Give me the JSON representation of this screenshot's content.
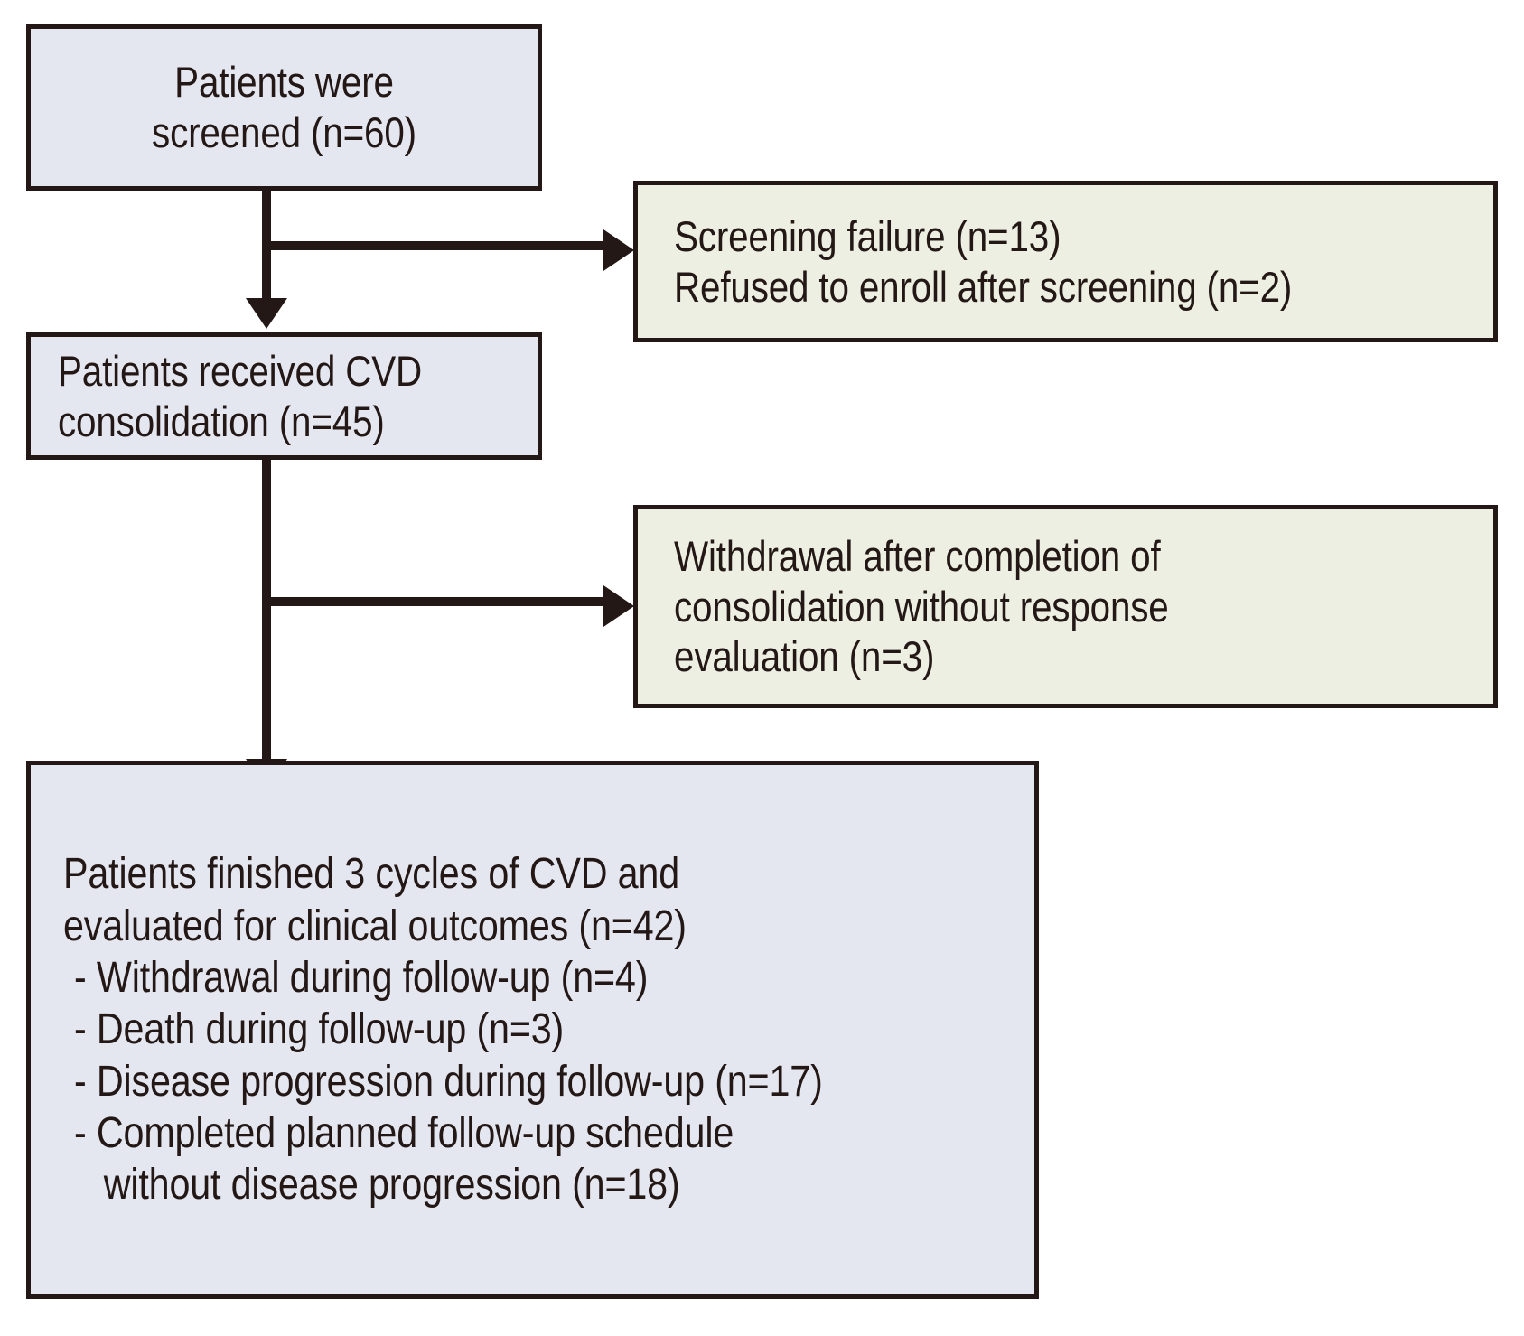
{
  "diagram": {
    "title": "CONSORT-style patient flow diagram",
    "colors": {
      "primary_fill": "#e5e7f0",
      "side_fill": "#edefe2",
      "stroke": "#231816",
      "text": "#231816",
      "background": "#ffffff"
    },
    "nodes": {
      "screened": {
        "id": "patients-screened",
        "type": "primary",
        "align": "center",
        "lines": [
          "Patients were",
          "screened (n=60)"
        ]
      },
      "screening_failure": {
        "id": "screening-failure",
        "type": "side",
        "align": "left",
        "lines": [
          "Screening failure (n=13)",
          "Refused to enroll after screening (n=2)"
        ]
      },
      "received_cvd": {
        "id": "patients-received-cvd",
        "type": "primary",
        "align": "left",
        "lines": [
          "Patients received CVD",
          "consolidation (n=45)"
        ]
      },
      "withdrawal_no_eval": {
        "id": "withdrawal-after-consolidation",
        "type": "side",
        "align": "left",
        "lines": [
          "Withdrawal after completion of",
          "consolidation without response",
          "evaluation (n=3)"
        ]
      },
      "finished": {
        "id": "patients-finished-3-cycles",
        "type": "primary",
        "align": "left",
        "lines": [
          "Patients finished 3 cycles of CVD and",
          "evaluated for clinical outcomes (n=42)",
          "- Withdrawal during follow-up (n=4)",
          "- Death during follow-up (n=3)",
          "- Disease progression during follow-up (n=17)",
          "- Completed planned follow-up schedule",
          "without disease progression (n=18)"
        ]
      }
    },
    "edges": [
      {
        "id": "screened-to-received",
        "from": "screened",
        "to": "received_cvd",
        "direction": "down"
      },
      {
        "id": "screened-to-screening-failure",
        "from": "screened",
        "to": "screening_failure",
        "direction": "right"
      },
      {
        "id": "received-to-finished",
        "from": "received_cvd",
        "to": "finished",
        "direction": "down"
      },
      {
        "id": "received-to-withdrawal",
        "from": "received_cvd",
        "to": "withdrawal_no_eval",
        "direction": "right"
      }
    ],
    "counts": {
      "screened": 60,
      "screening_failure": 13,
      "refused_after_screening": 2,
      "received_cvd_consolidation": 45,
      "withdrawal_without_response_evaluation": 3,
      "finished_and_evaluated": 42,
      "withdrawal_during_followup": 4,
      "death_during_followup": 3,
      "disease_progression_during_followup": 17,
      "completed_followup_without_progression": 18
    }
  }
}
